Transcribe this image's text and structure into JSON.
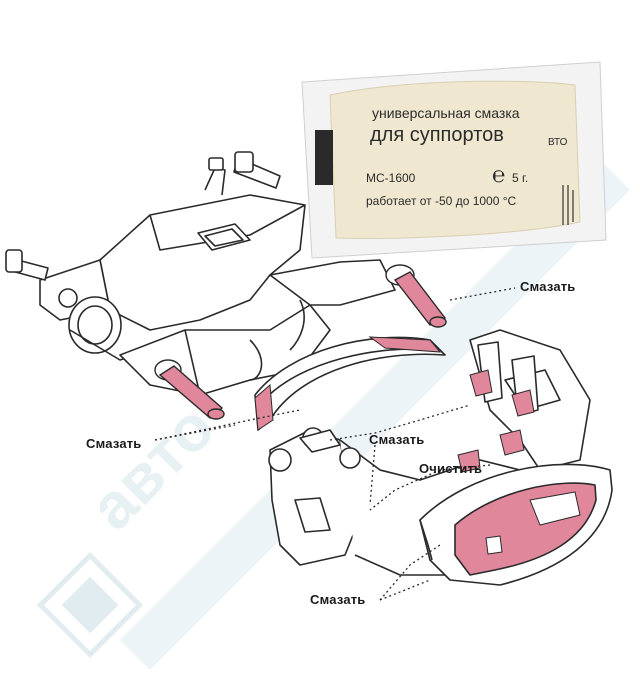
{
  "package": {
    "line1": "универсальная смазка",
    "line2": "для суппортов",
    "line2_brand": "ВТО",
    "code": "МС-1600",
    "estimated_sign": "℮",
    "weight": "5 г.",
    "temperature": "работает от -50 до 1000 °С"
  },
  "callouts": {
    "lubricate_pin_right": "Смазать",
    "lubricate_pin_left": "Смазать",
    "lubricate_clips": "Смазать",
    "clean": "Очистить",
    "lubricate_pad": "Смазать"
  },
  "watermark": {
    "text": "авто"
  },
  "colors": {
    "lubricate_highlight": "#e0879c",
    "line": "#2a2a2a",
    "package_fill": "#efe7cf",
    "watermark": "#8fb8c8"
  }
}
